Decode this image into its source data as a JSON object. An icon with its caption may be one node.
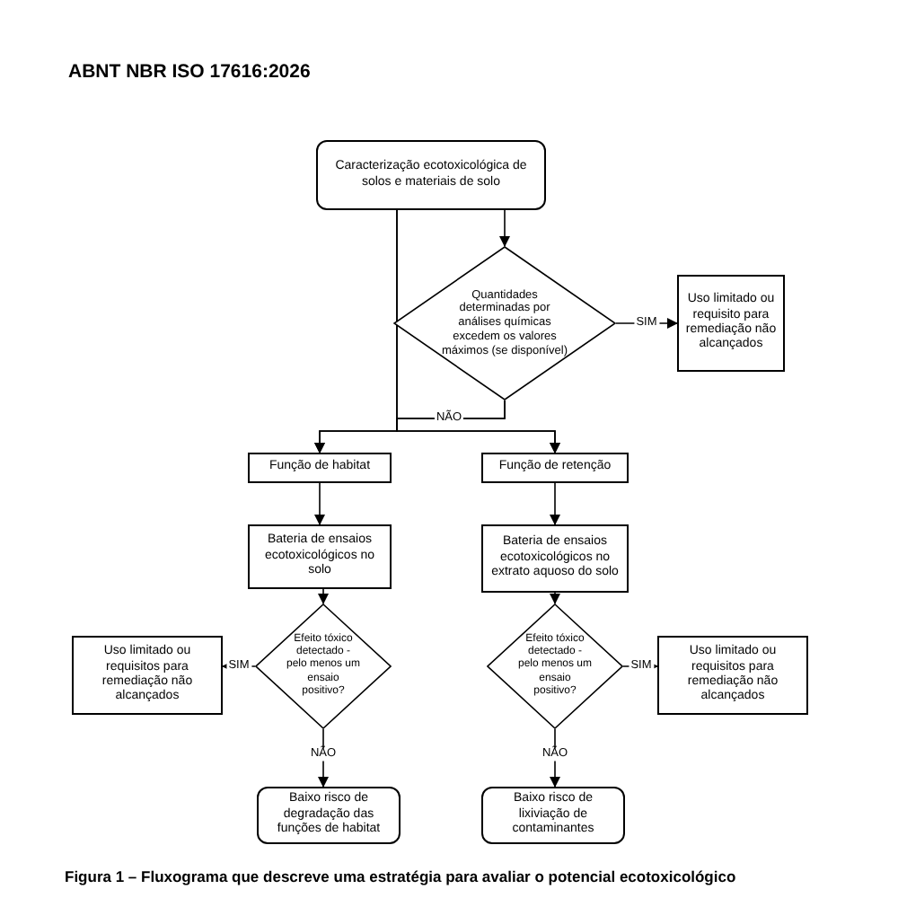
{
  "diagram": {
    "title": "ABNT NBR ISO 17616:2026",
    "caption": "Figura 1 – Fluxograma que descreve uma estratégia para avaliar o potencial ecotoxicológico",
    "nodes": [
      {
        "text": [
          "Caracterização ecotoxicológica de solos e materiais de solo"
        ]
      },
      {
        "text": [
          "Quantidades determinadas por análises químicas excedem os valores máximos (se disponível)"
        ]
      },
      {
        "text": [
          "Uso limitado ou requisito para remediação não alcançados"
        ]
      },
      {
        "text": [
          "Função de habitat"
        ]
      },
      {
        "text": [
          "Função de retenção"
        ]
      },
      {
        "text": [
          "Bateria de ensaios ecotoxicológicos no solo"
        ]
      },
      {
        "text": [
          "Bateria de ensaios ecotoxicológicos no extrato aquoso do solo"
        ]
      },
      {
        "text": [
          "Efeito tóxico detectado - pelo menos um ensaio positivo?"
        ]
      },
      {
        "text": [
          "Efeito tóxico detectado - pelo menos um ensaio positivo?"
        ]
      },
      {
        "text": [
          "Uso limitado ou requisitos para remediação não alcançados"
        ]
      },
      {
        "text": [
          "Uso limitado ou requisitos para remediação não alcançados"
        ]
      },
      {
        "text": [
          "Baixo risco de degradação das funções de habitat"
        ]
      },
      {
        "text": [
          "Baixo risco de lixiviação de contaminantes"
        ]
      }
    ],
    "edges": [
      {
        "from": 0,
        "to": 1,
        "arrow": "to"
      },
      {
        "from": 1,
        "to": 2,
        "arrow": "to",
        "label": "SIM"
      },
      {
        "from": 0,
        "to": 3,
        "arrow": "to"
      },
      {
        "from": 0,
        "to": 4,
        "arrow": "to"
      },
      {
        "from": 1,
        "to": 3,
        "arrow": "to",
        "label": "NÃO"
      },
      {
        "from": 1,
        "to": 4,
        "arrow": "to"
      },
      {
        "from": 3,
        "to": 5,
        "arrow": "to"
      },
      {
        "from": 4,
        "to": 6,
        "arrow": "to"
      },
      {
        "from": 5,
        "to": 7,
        "arrow": "to"
      },
      {
        "from": 6,
        "to": 8,
        "arrow": "to"
      },
      {
        "from": 7,
        "to": 9,
        "arrow": "to",
        "label": "SIM"
      },
      {
        "from": 8,
        "to": 10,
        "arrow": "to",
        "label": "SIM"
      },
      {
        "from": 7,
        "to": 11,
        "arrow": "to",
        "label": "NÃO"
      },
      {
        "from": 8,
        "to": 12,
        "arrow": "to",
        "label": "NÃO"
      }
    ]
  }
}
